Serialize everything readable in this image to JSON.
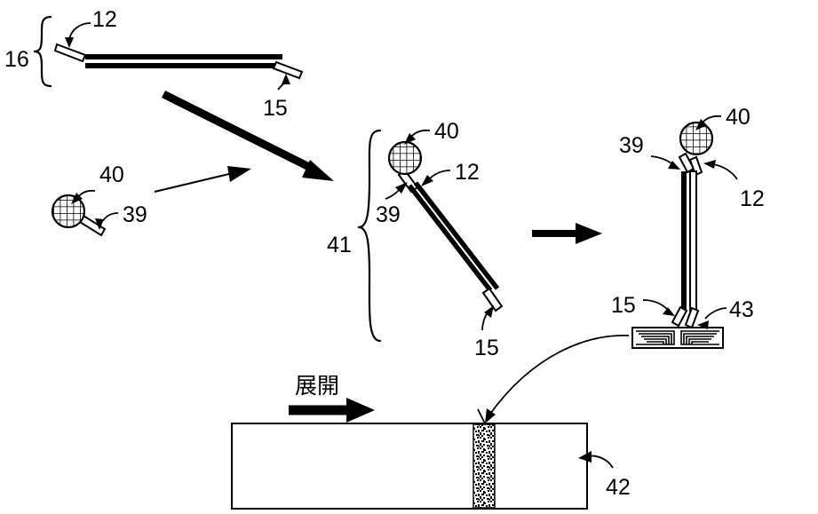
{
  "figure": {
    "title": "",
    "colors": {
      "stroke": "#000000",
      "fill_solid": "#000000",
      "fill_open": "#ffffff",
      "background": "#ffffff"
    },
    "stages": [
      {
        "id": "stage-top-left",
        "bracket_label": "16",
        "description": "horizontal stacked rod assembly",
        "callouts": [
          {
            "label": "12",
            "target": "upper-open-tip-left"
          },
          {
            "label": "15",
            "target": "lower-open-tip-right"
          }
        ]
      },
      {
        "id": "stage-bead",
        "description": "grid sphere with short open rod",
        "callouts": [
          {
            "label": "40",
            "target": "grid-sphere"
          },
          {
            "label": "39",
            "target": "short-open-rod"
          }
        ]
      },
      {
        "id": "stage-middle",
        "bracket_label": "41",
        "description": "diagonal assembled rod with sphere at top",
        "callouts": [
          {
            "label": "40",
            "target": "grid-sphere"
          },
          {
            "label": "12",
            "target": "upper-open-tip"
          },
          {
            "label": "39",
            "target": "sphere-rod-joint"
          },
          {
            "label": "15",
            "target": "lower-open-tip"
          }
        ]
      },
      {
        "id": "stage-right",
        "description": "vertical assembled rod mounted on layered base",
        "callouts": [
          {
            "label": "40",
            "target": "grid-sphere"
          },
          {
            "label": "39",
            "target": "sphere-rod-joint"
          },
          {
            "label": "12",
            "target": "upper-open-tip"
          },
          {
            "label": "15",
            "target": "lower-open-tip"
          },
          {
            "label": "43",
            "target": "layered-base"
          }
        ]
      },
      {
        "id": "stage-bottom",
        "description": "development strip with textured band",
        "callouts": [
          {
            "label": "42",
            "target": "strip-right-edge"
          }
        ]
      }
    ],
    "arrows": [
      {
        "id": "arrow-diagonal-transform",
        "style": "thick-solid",
        "direction": "down-right"
      },
      {
        "id": "arrow-bead-to-transform",
        "style": "thin-line",
        "direction": "up-right"
      },
      {
        "id": "arrow-middle-to-right",
        "style": "thick-solid",
        "direction": "right"
      },
      {
        "id": "arrow-development",
        "style": "thick-solid",
        "direction": "right"
      }
    ],
    "annotations": {
      "development_label": "展開"
    }
  },
  "labels": {
    "l16": "16",
    "l12_a": "12",
    "l15_a": "15",
    "l40_a": "40",
    "l39_a": "39",
    "l41": "41",
    "l40_b": "40",
    "l12_b": "12",
    "l39_b": "39",
    "l15_b": "15",
    "l39_c": "39",
    "l40_c": "40",
    "l12_c": "12",
    "l15_c": "15",
    "l43": "43",
    "l42": "42",
    "development": "展開"
  }
}
